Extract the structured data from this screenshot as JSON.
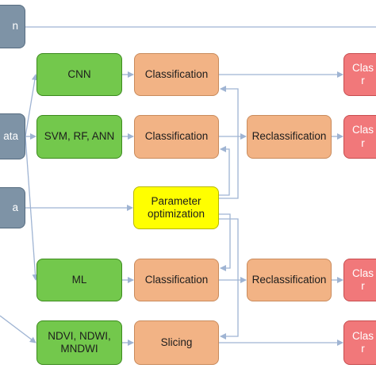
{
  "diagram": {
    "colors": {
      "input": "#7e93a6",
      "model": "#73c84c",
      "process": "#f2b385",
      "optimization": "#ffff00",
      "result": "#f1787a",
      "arrow": "#9fb4d3"
    },
    "inputs": [
      {
        "id": "in1",
        "label": "n"
      },
      {
        "id": "in2",
        "label": "ata"
      },
      {
        "id": "in3",
        "label": "a"
      }
    ],
    "models": [
      {
        "id": "m1",
        "label": "CNN"
      },
      {
        "id": "m2",
        "label": "SVM, RF, ANN"
      },
      {
        "id": "m3",
        "label": "ML"
      },
      {
        "id": "m4",
        "label": "NDVI, NDWI,\nMNDWI"
      }
    ],
    "processes": [
      {
        "id": "c1",
        "label": "Classification"
      },
      {
        "id": "c2",
        "label": "Classification"
      },
      {
        "id": "c3",
        "label": "Classification"
      },
      {
        "id": "s1",
        "label": "Slicing"
      },
      {
        "id": "r1",
        "label": "Reclassification"
      },
      {
        "id": "r2",
        "label": "Reclassification"
      }
    ],
    "optimization": {
      "id": "po",
      "label": "Parameter\noptimization"
    },
    "results": [
      {
        "id": "o1",
        "label": "Clas\nr"
      },
      {
        "id": "o2",
        "label": "Clas\nr"
      },
      {
        "id": "o3",
        "label": "Clas\nr"
      },
      {
        "id": "o4",
        "label": "Clas\nr"
      }
    ]
  }
}
